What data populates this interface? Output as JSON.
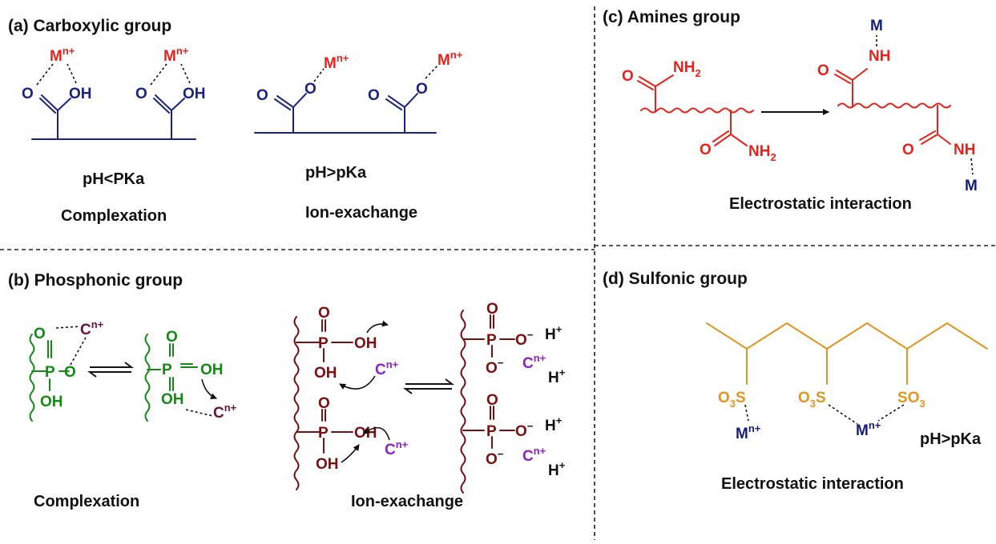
{
  "panels": {
    "a": {
      "title": "(a) Carboxylic group",
      "cond_left": "pH<PKa",
      "mech_left": "Complexation",
      "cond_right": "pH>pKa",
      "mech_right": "Ion-exachange"
    },
    "b": {
      "title": "(b) Phosphonic group",
      "mech_left": "Complexation",
      "mech_right": "Ion-exachange"
    },
    "c": {
      "title": "(c) Amines group",
      "mech": "Electrostatic interaction"
    },
    "d": {
      "title": "(d) Sulfonic group",
      "cond": "pH>pKa",
      "mech": "Electrostatic interaction"
    }
  },
  "atoms": {
    "O": "O",
    "OH": "OH",
    "P": "P",
    "S": "S",
    "NH": "NH",
    "NH2": "NH",
    "sub2": "2",
    "M": "M",
    "Mn": "M",
    "C": "C",
    "H": "H",
    "n_plus": "n+",
    "plus": "+",
    "minus": "−",
    "sub3": "3"
  },
  "colors": {
    "carboxylic": "#1a237e",
    "metal": "#e8221b",
    "phosphonic": "#138a13",
    "cation": "#6a1238",
    "phosphonic_ie": "#7a1010",
    "cation_ie": "#8a22c8",
    "amine": "#e8221b",
    "sulfonic": "#e0961e",
    "sulfonic_metal": "#141e7a"
  }
}
